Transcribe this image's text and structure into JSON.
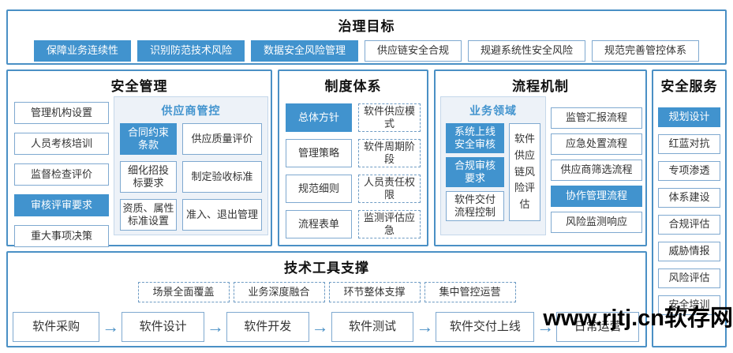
{
  "colors": {
    "primary_blue": "#4193CE",
    "outline_blue": "#4A90C5",
    "panel_bg": "#EDF2F8",
    "text_dark": "#333333"
  },
  "goals": {
    "title": "治理目标",
    "items": [
      {
        "label": "保障业务连续性",
        "filled": true
      },
      {
        "label": "识别防范技术风险",
        "filled": true
      },
      {
        "label": "数据安全风险管理",
        "filled": true
      },
      {
        "label": "供应链安全合规",
        "filled": false
      },
      {
        "label": "规避系统性安全风险",
        "filled": false
      },
      {
        "label": "规范完善管控体系",
        "filled": false
      }
    ]
  },
  "security_mgmt": {
    "title": "安全管理",
    "items": [
      {
        "label": "管理机构设置",
        "filled": false
      },
      {
        "label": "人员考核培训",
        "filled": false
      },
      {
        "label": "监督检查评价",
        "filled": false
      },
      {
        "label": "审核评审要求",
        "filled": true
      },
      {
        "label": "重大事项决策",
        "filled": false
      }
    ],
    "supplier_panel": {
      "title": "供应商管控",
      "rows": [
        {
          "left": "合同约束\n条款",
          "left_filled": true,
          "right": "供应质量评价"
        },
        {
          "left": "细化招投\n标要求",
          "left_filled": false,
          "right": "制定验收标准"
        },
        {
          "left": "资质、属性\n标准设置",
          "left_filled": false,
          "right": "准入、退出管理"
        }
      ]
    }
  },
  "institution": {
    "title": "制度体系",
    "left_items": [
      {
        "label": "总体方针",
        "filled": true
      },
      {
        "label": "管理策略",
        "filled": false
      },
      {
        "label": "规范细则",
        "filled": false
      },
      {
        "label": "流程表单",
        "filled": false
      }
    ],
    "right_items": [
      {
        "label": "软件供应模式"
      },
      {
        "label": "软件周期阶段"
      },
      {
        "label": "人员责任权限"
      },
      {
        "label": "监测评估应急"
      }
    ]
  },
  "process": {
    "title": "流程机制",
    "business_panel": {
      "title": "业务领域",
      "items": [
        {
          "label": "系统上线\n安全审核",
          "filled": true
        },
        {
          "label": "合规审核\n要求",
          "filled": true
        },
        {
          "label": "软件交付\n流程控制",
          "filled": false
        }
      ],
      "vertical_item": "软件供应链风险评估"
    },
    "right_items": [
      {
        "label": "监管汇报流程",
        "filled": false
      },
      {
        "label": "应急处置流程",
        "filled": false
      },
      {
        "label": "供应商筛选流程",
        "filled": false
      },
      {
        "label": "协作管理流程",
        "filled": true
      },
      {
        "label": "风险监测响应",
        "filled": false
      }
    ]
  },
  "services": {
    "title": "安全服务",
    "items": [
      {
        "label": "规划设计",
        "filled": true
      },
      {
        "label": "红蓝对抗",
        "filled": false
      },
      {
        "label": "专项渗透",
        "filled": false
      },
      {
        "label": "体系建设",
        "filled": false
      },
      {
        "label": "合规评估",
        "filled": false
      },
      {
        "label": "威胁情报",
        "filled": false
      },
      {
        "label": "风险评估",
        "filled": false
      },
      {
        "label": "安全培训",
        "filled": false
      }
    ]
  },
  "tools": {
    "title": "技术工具支撑",
    "capabilities": [
      {
        "label": "场景全面覆盖"
      },
      {
        "label": "业务深度融合"
      },
      {
        "label": "环节整体支撑"
      },
      {
        "label": "集中管控运营"
      }
    ],
    "flow": [
      {
        "label": "软件采购"
      },
      {
        "label": "软件设计"
      },
      {
        "label": "软件开发"
      },
      {
        "label": "软件测试"
      },
      {
        "label": "软件交付上线"
      },
      {
        "label": "日常运营"
      }
    ],
    "arrow_glyph": "→"
  },
  "watermark": {
    "text": "www.rjtj.cn软存网"
  }
}
